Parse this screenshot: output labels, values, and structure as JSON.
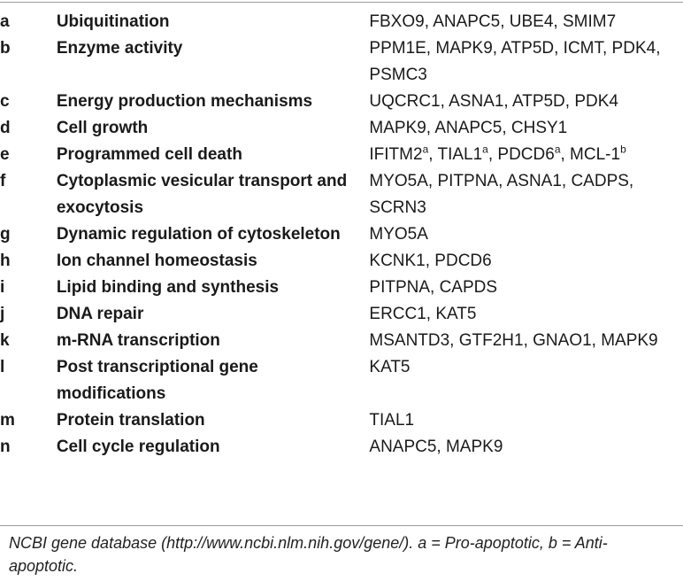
{
  "rows": [
    {
      "letter": "a",
      "function": "Ubiquitination",
      "genes": "FBXO9, ANAPC5, UBE4, SMIM7"
    },
    {
      "letter": "b",
      "function": "Enzyme activity",
      "genes": "PPM1E, MAPK9, ATP5D, ICMT, PDK4, PSMC3"
    },
    {
      "letter": "c",
      "function": "Energy production mechanisms",
      "genes": "UQCRC1, ASNA1, ATP5D, PDK4"
    },
    {
      "letter": "d",
      "function": "Cell growth",
      "genes": "MAPK9, ANAPC5, CHSY1"
    },
    {
      "letter": "e",
      "function": "Programmed cell death",
      "genes_parts": [
        {
          "text": "IFITM2",
          "sup": "a"
        },
        {
          "text": ", TIAL1",
          "sup": "a"
        },
        {
          "text": ", PDCD6",
          "sup": "a"
        },
        {
          "text": ", MCL-1",
          "sup": "b"
        }
      ]
    },
    {
      "letter": "f",
      "function": "Cytoplasmic vesicular transport and exocytosis",
      "genes": "MYO5A, PITPNA, ASNA1, CADPS, SCRN3"
    },
    {
      "letter": "g",
      "function": "Dynamic regulation of cytoskeleton",
      "genes": "MYO5A"
    },
    {
      "letter": "h",
      "function": "Ion channel homeostasis",
      "genes": "KCNK1, PDCD6"
    },
    {
      "letter": "i",
      "function": "Lipid binding and synthesis",
      "genes": "PITPNA, CAPDS"
    },
    {
      "letter": "j",
      "function": "DNA repair",
      "genes": "ERCC1, KAT5"
    },
    {
      "letter": "k",
      "function": "m-RNA transcription",
      "genes": "MSANTD3, GTF2H1, GNAO1, MAPK9"
    },
    {
      "letter": "l",
      "function": "Post transcriptional gene modifications",
      "genes": "KAT5"
    },
    {
      "letter": "m",
      "function": "Protein translation",
      "genes": "TIAL1"
    },
    {
      "letter": "n",
      "function": "Cell cycle regulation",
      "genes": "ANAPC5, MAPK9"
    }
  ],
  "footnote": "NCBI gene database (http://www.ncbi.nlm.nih.gov/gene/). a = Pro-apoptotic, b = Anti-apoptotic."
}
